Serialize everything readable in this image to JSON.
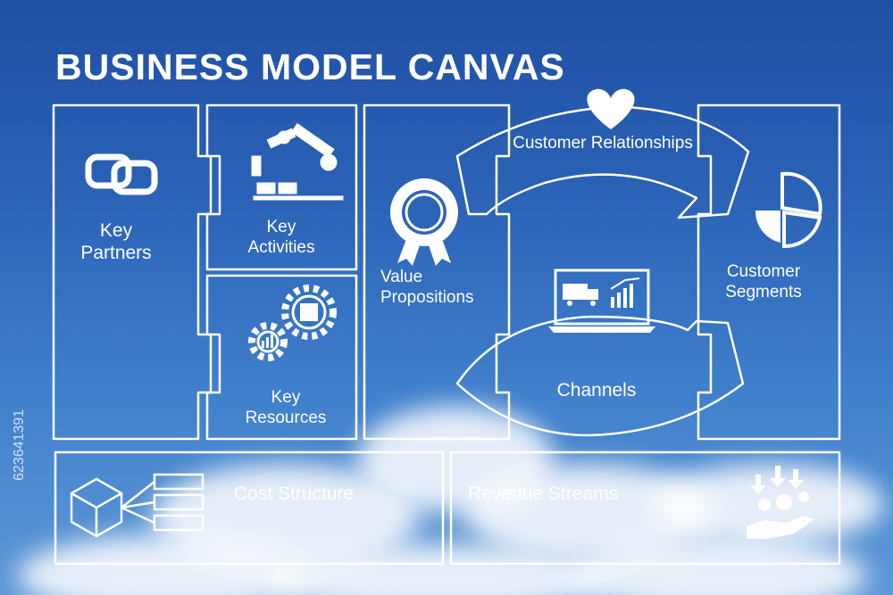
{
  "title": "BUSINESS MODEL CANVAS",
  "blocks": {
    "key_partners": {
      "line1": "Key",
      "line2": "Partners",
      "icon": "link-icon"
    },
    "key_activities": {
      "line1": "Key",
      "line2": "Activities",
      "icon": "robot-arm-icon"
    },
    "key_resources": {
      "line1": "Key",
      "line2": "Resources",
      "icon": "gears-icon"
    },
    "value_propositions": {
      "line1": "Value",
      "line2": "Propositions",
      "icon": "award-badge-icon"
    },
    "customer_relationships": {
      "label": "Customer Relationships",
      "icon": "heart-icon"
    },
    "channels": {
      "label": "Channels",
      "icon": "laptop-truck-icon"
    },
    "customer_segments": {
      "line1": "Customer",
      "line2": "Segments",
      "icon": "pie-chart-icon"
    },
    "cost_structure": {
      "label": "Cost Structure",
      "icon": "cube-hierarchy-icon"
    },
    "revenue_streams": {
      "label": "Revenue Streams",
      "icon": "hand-coins-icon"
    }
  },
  "watermark": "623641391"
}
